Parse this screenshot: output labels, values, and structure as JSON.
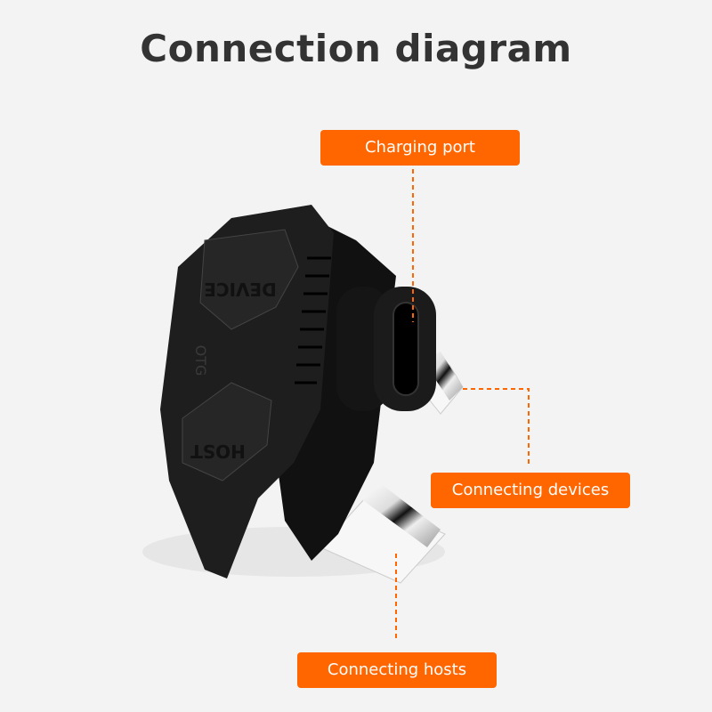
{
  "title": "Connection diagram",
  "labels": {
    "charging_port": "Charging port",
    "connecting_devices": "Connecting devices",
    "connecting_hosts": "Connecting hosts"
  },
  "device_markings": {
    "device": "DEVICE",
    "host": "HOST",
    "otg": "OTG"
  },
  "colors": {
    "accent": "#ff6600",
    "background": "#f3f3f3",
    "body": "#1c1c1c"
  }
}
